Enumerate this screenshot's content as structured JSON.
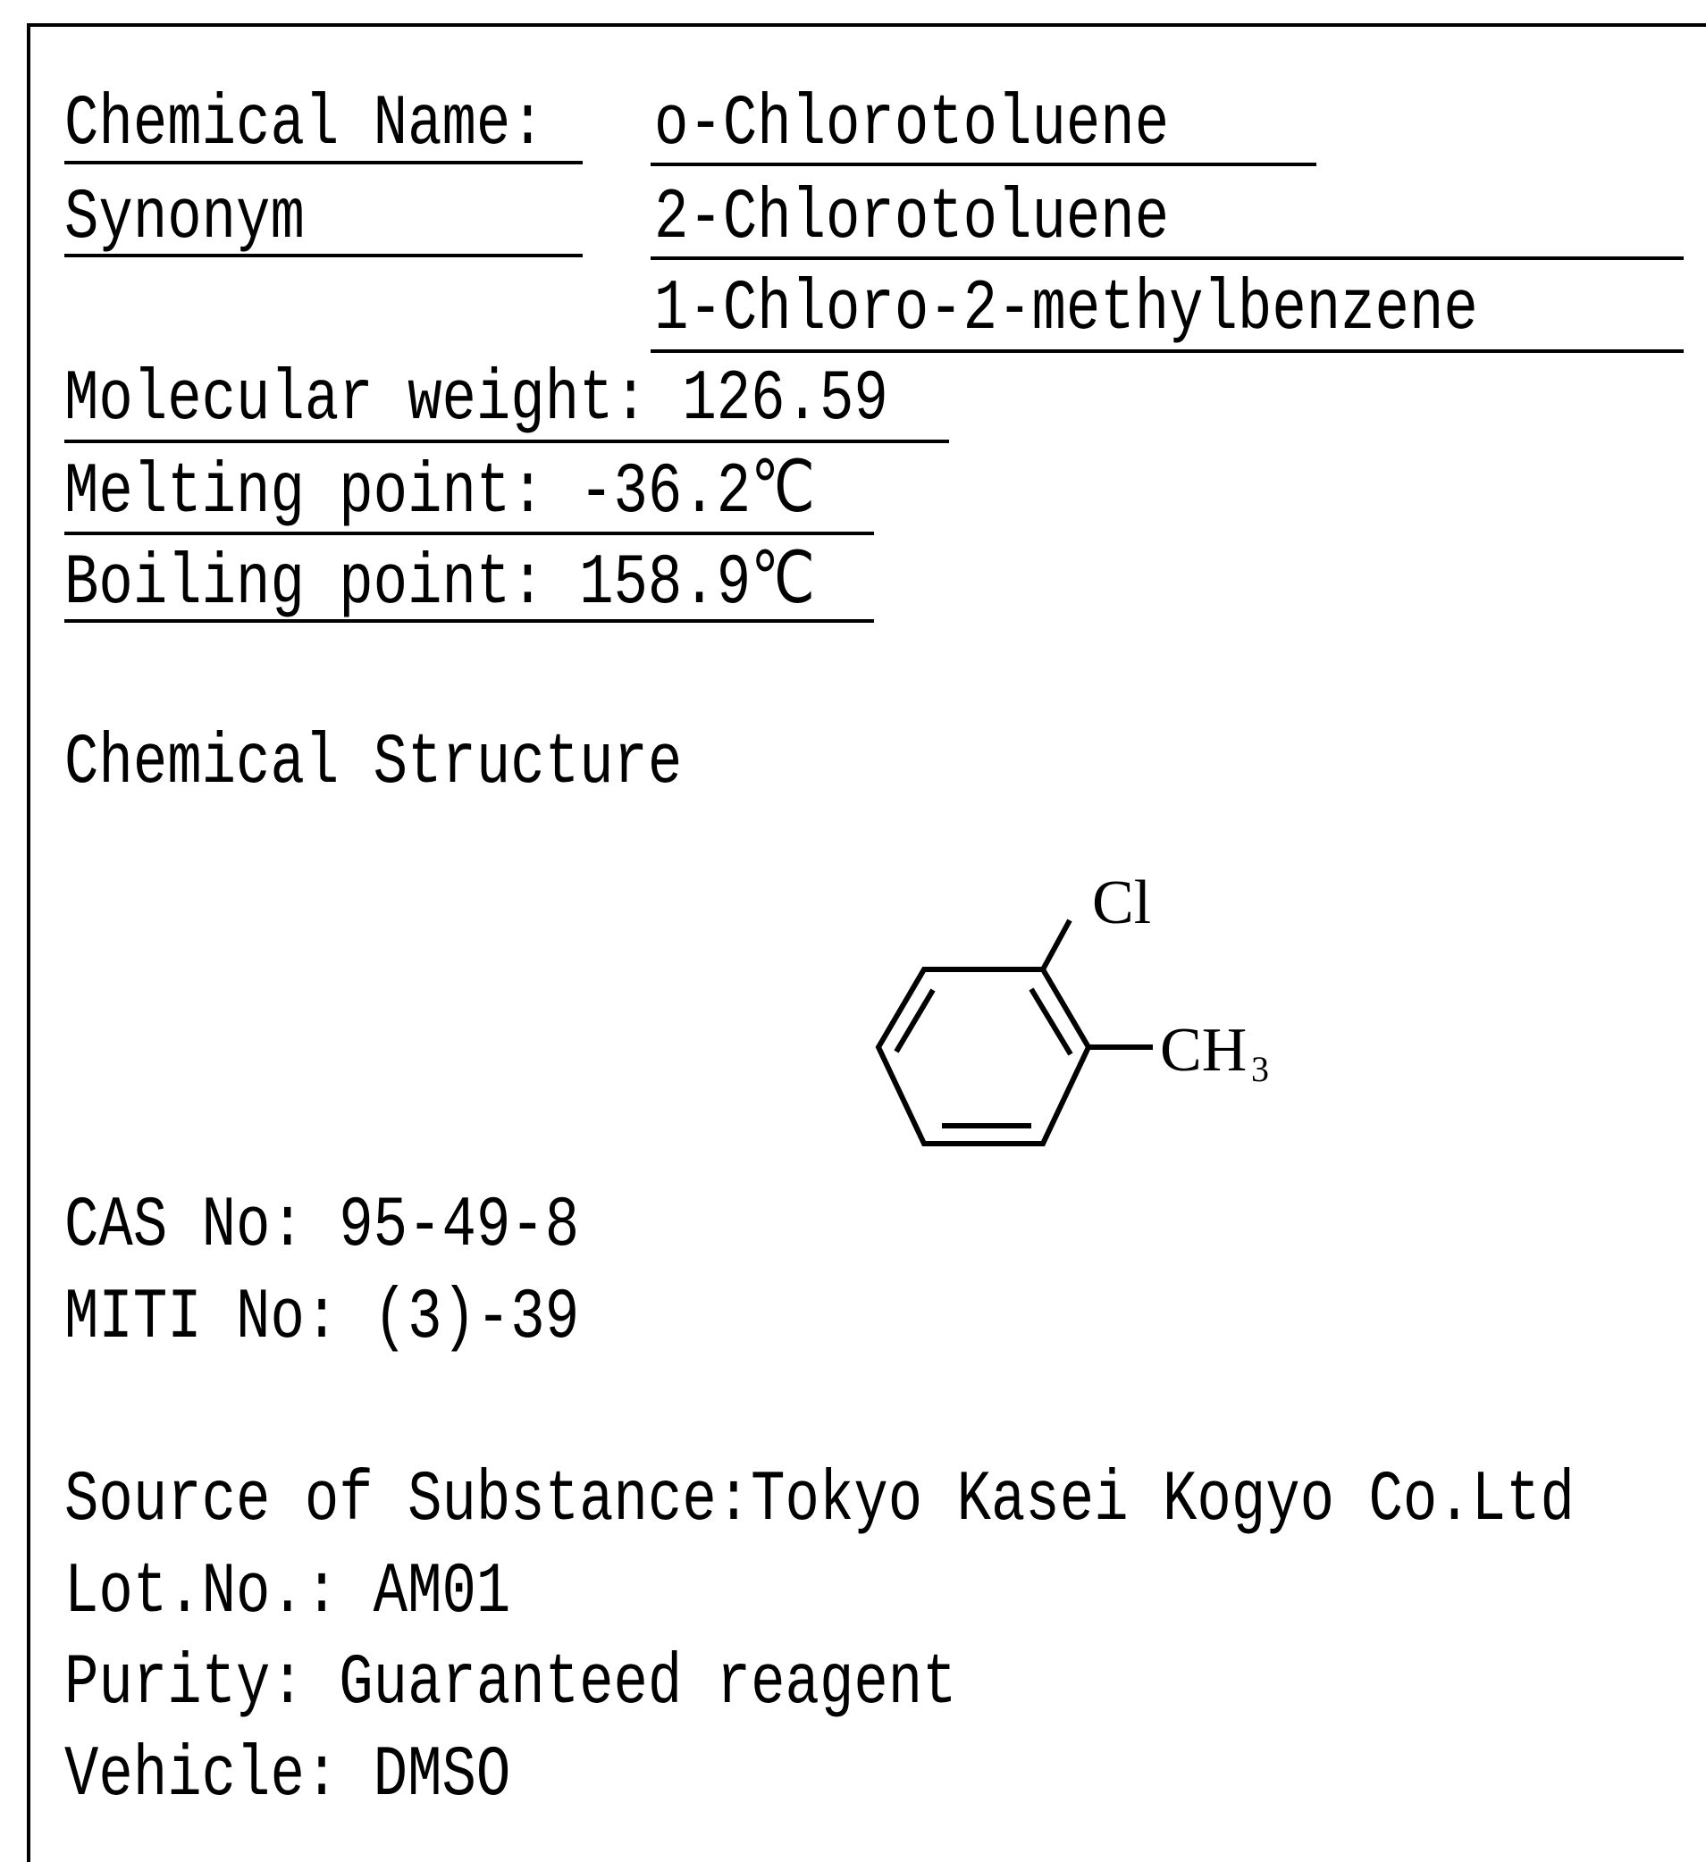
{
  "identity": {
    "chemical_name_label": "Chemical Name:",
    "chemical_name_value": "o-Chlorotoluene",
    "synonym_label": "Synonym",
    "synonyms": [
      "2-Chlorotoluene",
      "1-Chloro-2-methylbenzene"
    ]
  },
  "properties": {
    "molecular_weight": "Molecular weight: 126.59",
    "melting_point": "Melting point: -36.2℃",
    "boiling_point": "Boiling point: 158.9℃"
  },
  "structure": {
    "heading": "Chemical Structure",
    "substituent_top": "Cl",
    "substituent_right": "CH",
    "substituent_right_subscript": "3"
  },
  "registry": {
    "cas": "CAS No: 95-49-8",
    "miti": "MITI No: (3)-39"
  },
  "substance": {
    "source": "Source of Substance:Tokyo Kasei Kogyo Co.Ltd",
    "lot": "Lot.No.: AM01",
    "purity": "Purity: Guaranteed reagent",
    "vehicle": "Vehicle: DMSO"
  }
}
